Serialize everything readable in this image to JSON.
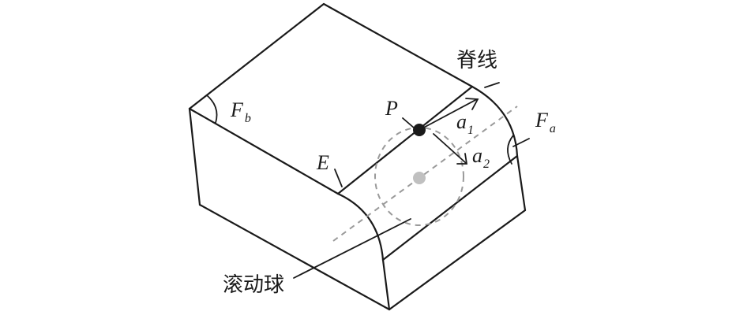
{
  "labels": {
    "Fb": {
      "main": "F",
      "sub": "b"
    },
    "Fa": {
      "main": "F",
      "sub": "a"
    },
    "P": "P",
    "E": "E",
    "a1": {
      "main": "a",
      "sub": "1"
    },
    "a2": {
      "main": "a",
      "sub": "2"
    },
    "ridge_line": "脊线",
    "rolling_ball": "滚动球"
  },
  "colors": {
    "line": "#1a1a1a",
    "dashed": "#9a9a9a",
    "contact_point": "#1a1a1a",
    "ball_center": "#c0c0c0"
  }
}
